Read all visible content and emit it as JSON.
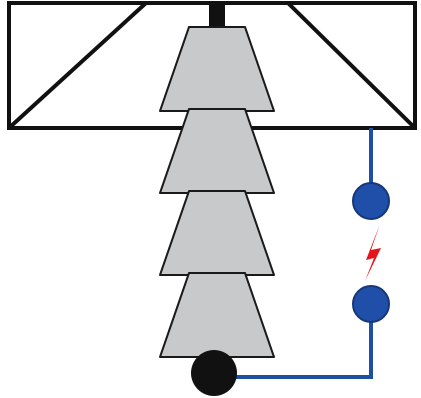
{
  "colors": {
    "background": "#ffffff",
    "outline": "#111111",
    "insulator_fill": "#c8c9cb",
    "insulator_stroke": "#1a1a1a",
    "wire": "#1d4fa3",
    "electrode_fill": "#1f4fa8",
    "electrode_stroke": "#16387a",
    "ground_ball": "#111111",
    "spark": "#e3141b"
  },
  "diagram": {
    "components": [
      "crossarm",
      "mounting-pin",
      "insulator-stack",
      "ground-ball",
      "spark-gap"
    ],
    "insulator_disc_count": 4,
    "spark_gap_electrode_count": 2
  }
}
